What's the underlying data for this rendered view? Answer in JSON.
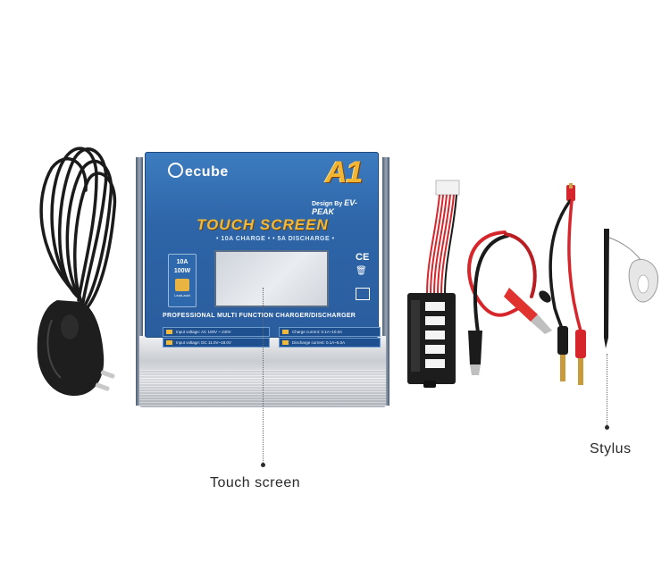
{
  "charger": {
    "brand": "ecube",
    "model": "A1",
    "design_by_prefix": "Design By",
    "design_brand": "EV-PEAK",
    "headline": "TOUCH SCREEN",
    "subline": "• 10A CHARGE • • 5A DISCHARGE •",
    "spec_current": "10A",
    "spec_power": "100W",
    "spec_small": "Lead-acid",
    "ce_mark": "CE",
    "tagline": "PROFESSIONAL MULTI FUNCTION CHARGER/DISCHARGER",
    "params": [
      "Input voltage: AC 100V ~ 240V",
      "Input voltage: DC 11.0V~18.0V",
      "Charge current: 0.1A~10.0A",
      "Discharge current: 0.1A~5.0A"
    ],
    "face_color": "#2d65a8",
    "accent_color": "#f0b93a"
  },
  "callouts": {
    "touch_screen": "Touch screen",
    "stylus": "Stylus"
  }
}
